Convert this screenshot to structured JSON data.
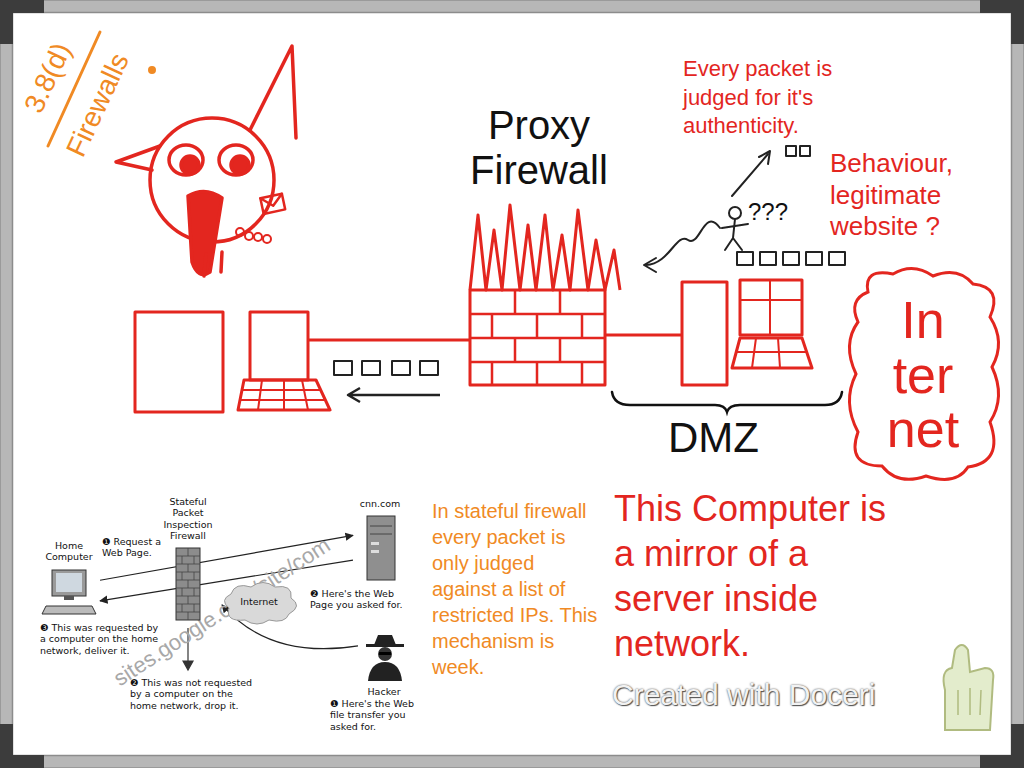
{
  "diagram": {
    "nodes": [
      {
        "text": [
          "Proxy Firewall"
        ]
      },
      {
        "text": [
          "In ter net"
        ]
      },
      {
        "text": [
          "Home Computer"
        ]
      },
      {
        "text": [
          "Stateful Packet Inspection Firewall"
        ]
      },
      {
        "text": [
          "Internet"
        ]
      },
      {
        "text": [
          "cnn.com"
        ]
      },
      {
        "text": [
          "Hacker"
        ]
      }
    ],
    "edges": [
      {
        "from": 2,
        "to": 5,
        "arrow": "to"
      },
      {
        "from": 5,
        "to": 2,
        "arrow": "to"
      },
      {
        "from": 6,
        "to": 3,
        "arrow": "to"
      }
    ],
    "labels": [
      "3.8(d)",
      "Firewalls",
      "Every packet is judged for it's authenticity.",
      "???",
      "Behaviour, legitimate website ?",
      "DMZ",
      "This Computer is a mirror of a server inside network.",
      "In stateful firewall every packet is only judged against a list of restricted IPs. This mechanism is week.",
      "❶ Request a Web Page.",
      "❷ Here's the Web Page you asked for.",
      "❸ This was requested by a computer on the home network, deliver it.",
      "❷ This was not requested by a computer on the home network, drop it.",
      "❶ Here's the Web file transfer you asked for.",
      "sites.google.com/site/com",
      "Created with Doceri"
    ]
  }
}
